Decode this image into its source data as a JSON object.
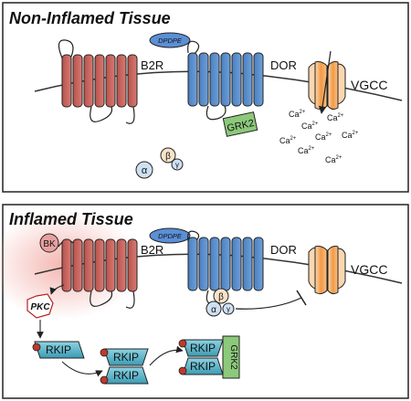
{
  "panels": {
    "top": {
      "title": "Non-Inflamed Tissue",
      "receptors": {
        "b2r": "B2R",
        "dor": "DOR",
        "vgcc": "VGCC"
      },
      "ligand": "DPDPE",
      "kinase": "GRK2",
      "g_alpha": "α",
      "g_beta": "β",
      "g_gamma": "γ",
      "calcium_ion": "Ca",
      "calcium_charge": "2+"
    },
    "bottom": {
      "title": "Inflamed Tissue",
      "receptors": {
        "b2r": "B2R",
        "dor": "DOR",
        "vgcc": "VGCC"
      },
      "ligand": "DPDPE",
      "bk": "BK",
      "pkc": "PKC",
      "g_alpha": "α",
      "g_beta": "β",
      "g_gamma": "γ",
      "rkip": "RKIP",
      "kinase": "GRK2"
    }
  },
  "colors": {
    "b2r": "#c9605a",
    "dor": "#4f86c6",
    "vgcc": "#f0a050",
    "grk2": "#8cc97a",
    "rkip": "#5bb4c8",
    "dpdpe": "#5b8fd6",
    "bk": "#e8a0a0",
    "pkc": "#b22222",
    "inflammation_glow": "#f4b7b2"
  }
}
